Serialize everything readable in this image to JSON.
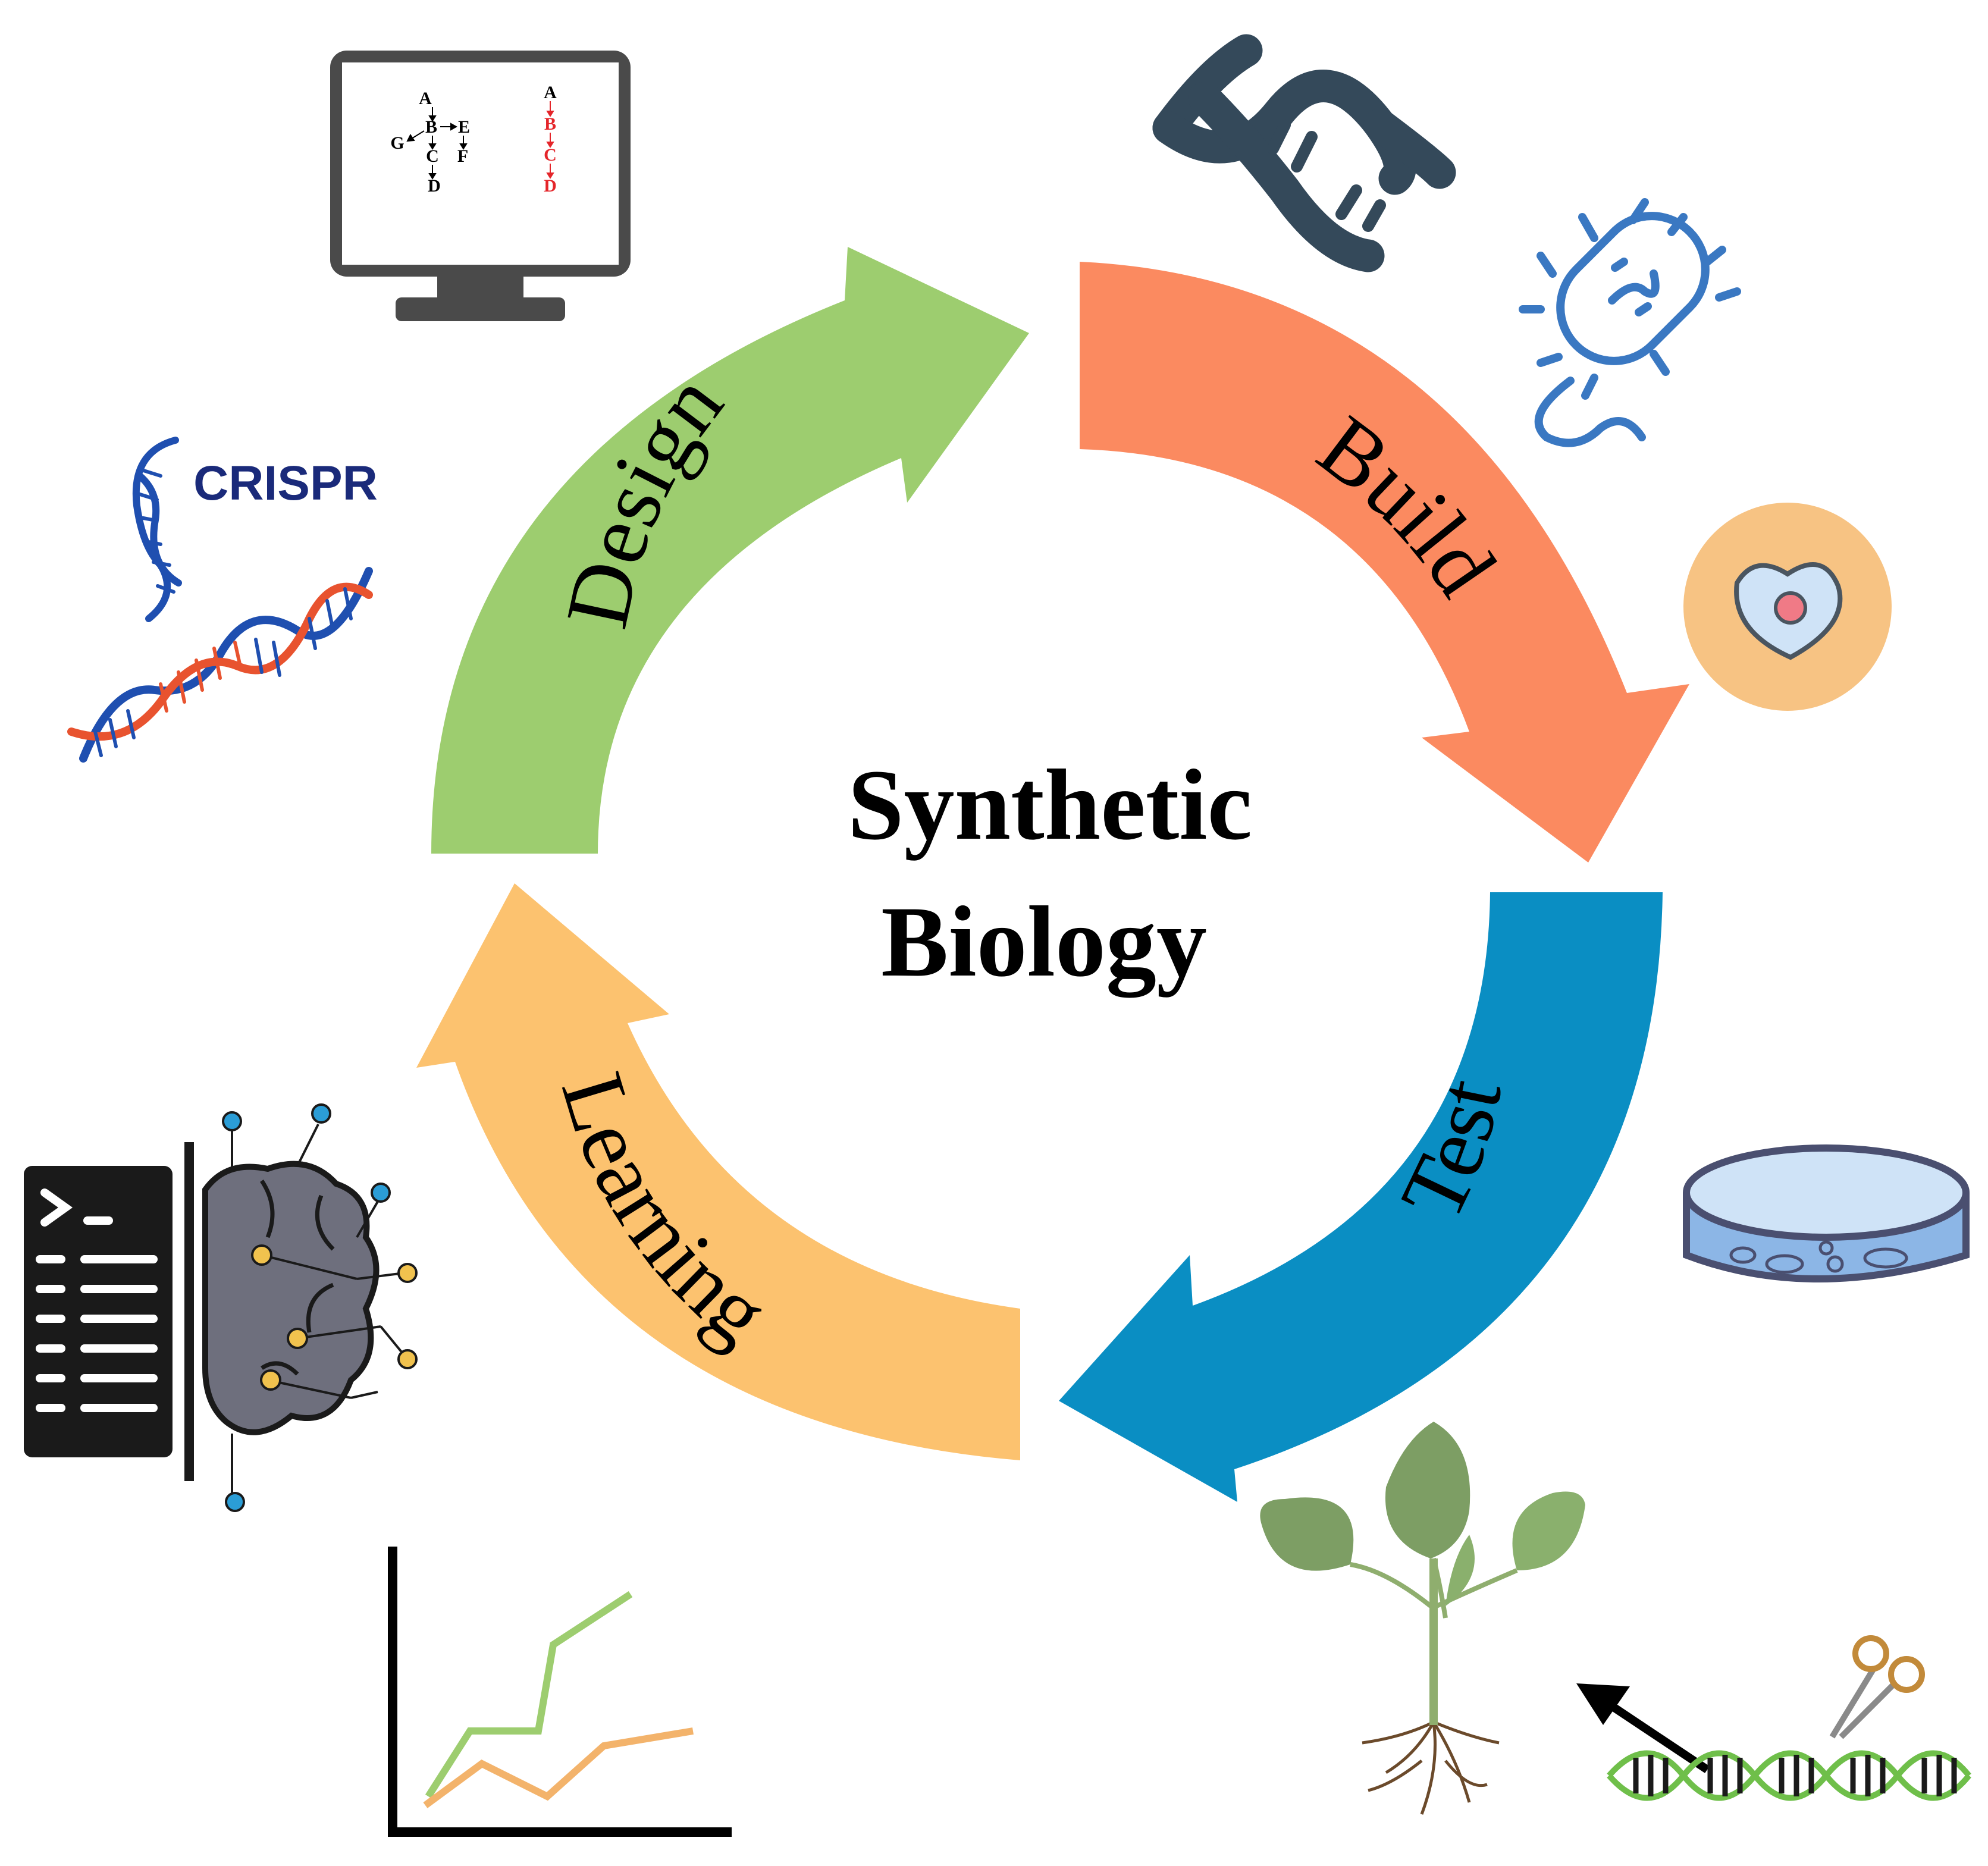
{
  "center": {
    "line1": "Synthetic",
    "line2": "Biology"
  },
  "cycle": [
    {
      "label": "Design",
      "color": "#9dcd6f"
    },
    {
      "label": "Build",
      "color": "#fb8a60"
    },
    {
      "label": "Test",
      "color": "#0a8ec3"
    },
    {
      "label": "Learning",
      "color": "#fcc26f"
    }
  ],
  "pathway": {
    "full": [
      "A",
      "B",
      "E",
      "G",
      "C",
      "F",
      "D"
    ],
    "selected": [
      "A",
      "B",
      "C",
      "D"
    ],
    "highlight_color": "#e4252a"
  },
  "crispr": {
    "label": "CRISPR",
    "color": "#1a2a7a"
  },
  "icons": [
    "monitor-icon",
    "dna-helix-icon",
    "bacterium-icon",
    "cell-icon",
    "crispr-dna-icon",
    "ai-brain-icon",
    "line-graph-icon",
    "petri-dish-icon",
    "plant-icon",
    "scissors-icon"
  ]
}
